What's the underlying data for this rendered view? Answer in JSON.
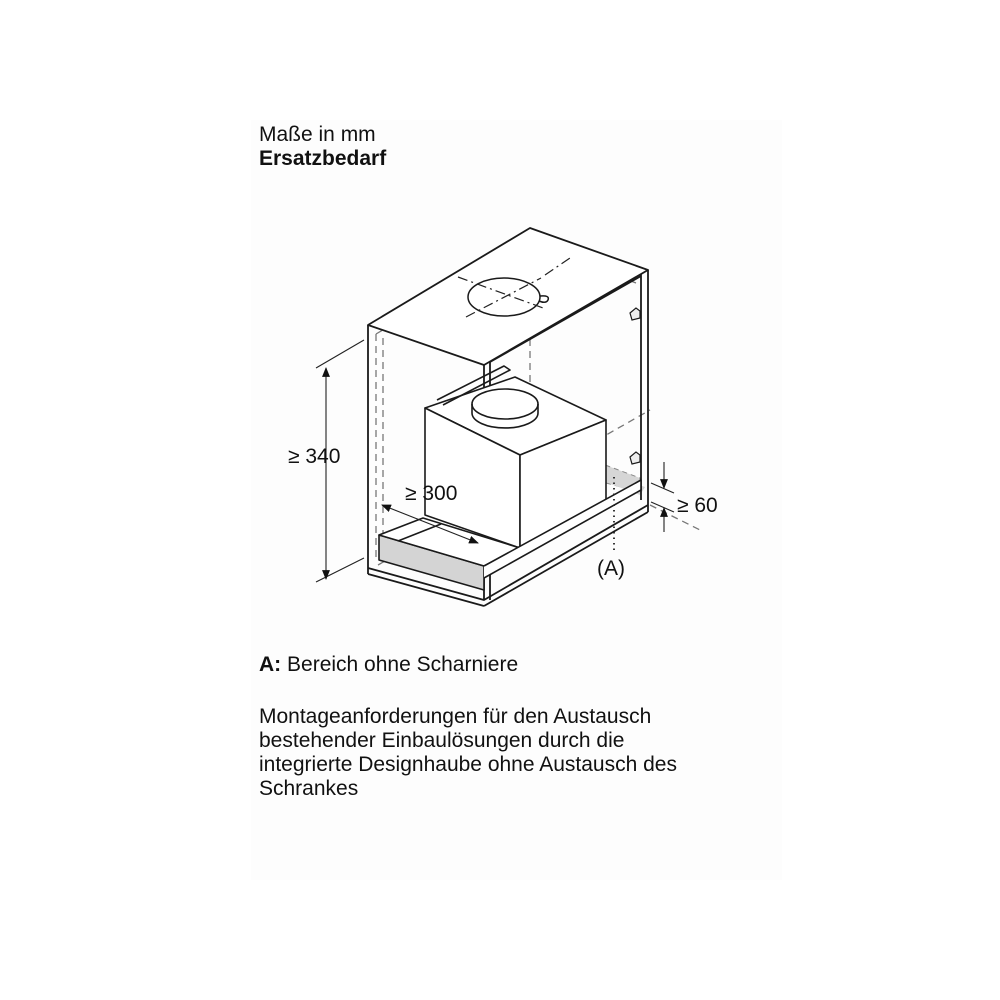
{
  "header": {
    "units_line": "Maße in mm",
    "title": "Ersatzbedarf"
  },
  "diagram": {
    "subject": "cabinet-with-integrated-hood-isometric",
    "dimensions": {
      "height": "≥ 340",
      "depth": "≥ 300",
      "clearance": "≥ 60"
    },
    "callout_label": "(A)",
    "colors": {
      "line": "#1a1a1a",
      "hidden_line": "#777777",
      "highlight_fill": "#d4d4d4",
      "background": "#ffffff"
    }
  },
  "legend": {
    "key": "A:",
    "text": "Bereich ohne Scharniere"
  },
  "description": {
    "lines": [
      "Montageanforderungen für den Austausch",
      "bestehender Einbaulösungen durch die",
      "integrierte Designhaube ohne Austausch des",
      "Schrankes"
    ]
  }
}
